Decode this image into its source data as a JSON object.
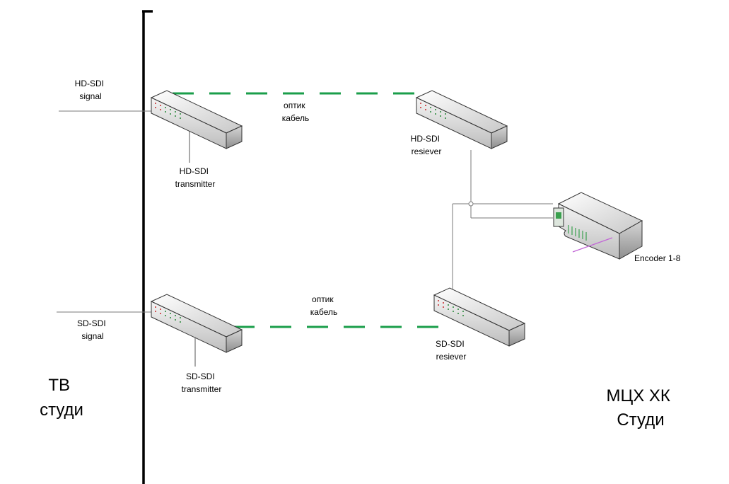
{
  "left_zone": {
    "line1": "ТВ",
    "line2": "студи"
  },
  "right_zone": {
    "line1": "МЦХ ХК",
    "line2": "Студи"
  },
  "hd": {
    "signal_line1": "HD-SDI",
    "signal_line2": "signal",
    "transmitter_line1": "HD-SDI",
    "transmitter_line2": "transmitter",
    "cable_line1": "оптик",
    "cable_line2": "кабель",
    "receiver_line1": "HD-SDI",
    "receiver_line2": "resiever"
  },
  "sd": {
    "signal_line1": "SD-SDI",
    "signal_line2": "signal",
    "transmitter_line1": "SD-SDI",
    "transmitter_line2": "transmitter",
    "cable_line1": "оптик",
    "cable_line2": "кабель",
    "receiver_line1": "SD-SDI",
    "receiver_line2": "resiever"
  },
  "encoder": {
    "label": "Encoder 1-8"
  },
  "colors": {
    "fiber": "#1a9e4a",
    "line": "#7a7a7a",
    "wall": "#000000"
  }
}
